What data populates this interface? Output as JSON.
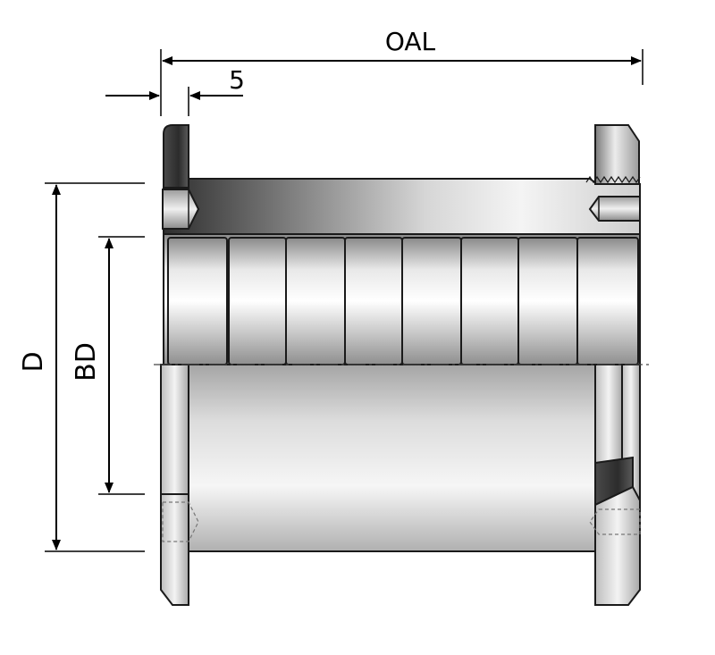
{
  "labels": {
    "oal": "OAL",
    "flange_thickness": "5",
    "outer_diameter": "D",
    "bore_diameter": "BD"
  },
  "colors": {
    "outline": "#1a1a1a",
    "metal_light": "#f2f2f2",
    "metal_mid": "#c8c8c8",
    "metal_dark": "#6a6a6a",
    "metal_darkest": "#3a3a3a"
  }
}
